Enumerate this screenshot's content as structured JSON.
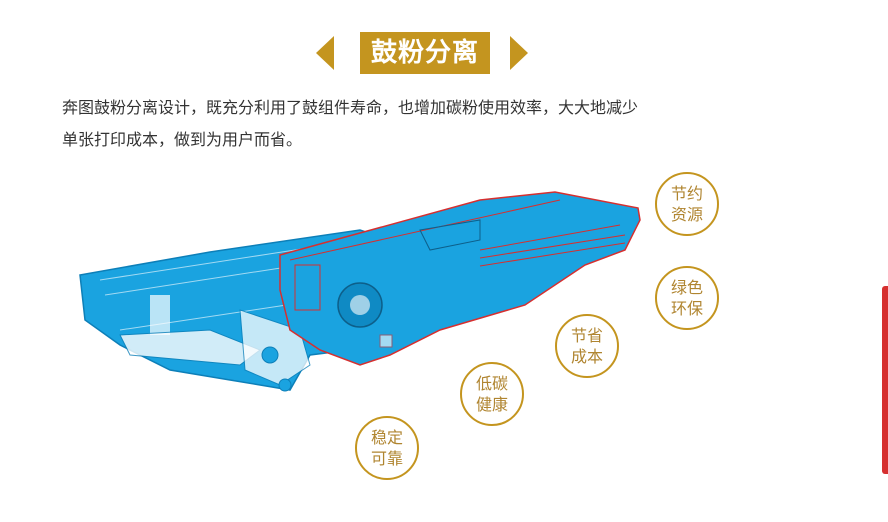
{
  "section": {
    "title": "鼓粉分离",
    "description_lines": [
      "奔图鼓粉分离设计，既充分利用了鼓组件寿命，也增加碳粉使用效率，大大地减少",
      "单张打印成本，做到为用户而省。"
    ]
  },
  "badges": [
    {
      "line1": "节约",
      "line2": "资源"
    },
    {
      "line1": "绿色",
      "line2": "环保"
    },
    {
      "line1": "节省",
      "line2": "成本"
    },
    {
      "line1": "低碳",
      "line2": "健康"
    },
    {
      "line1": "稳定",
      "line2": "可靠"
    }
  ],
  "colors": {
    "accent": "#c4951f",
    "cartridge_blue": "#1aa3e0",
    "outline_red": "#d62f2f"
  },
  "icons": {
    "left": "triangle-left-icon",
    "right": "triangle-right-icon"
  }
}
